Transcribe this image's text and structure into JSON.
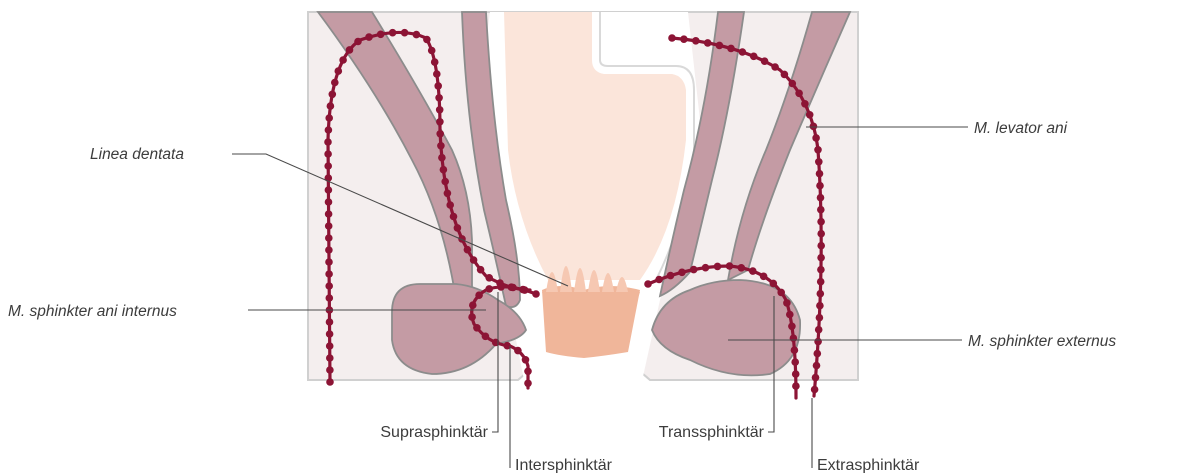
{
  "labels": {
    "linea_dentata": "Linea dentata",
    "levator_ani": "M. levator ani",
    "sphincter_internus": "M. sphinkter ani internus",
    "sphincter_externus": "M. sphinkter externus",
    "suprasphincteric": "Suprasphinktär",
    "intersphincteric": "Intersphinktär",
    "transsphincteric": "Transsphinktär",
    "extrasphincteric": "Extrasphinktär"
  },
  "colors": {
    "background_tissue": "#f4eeee",
    "outline": "#c6c6c6",
    "muscle": "#c49ba4",
    "muscle_outline": "#8c8c8c",
    "mucosa_white": "#ffffff",
    "lumen": "#fbe5da",
    "anal_canal": "#f0b69a",
    "fistula": "#8c1435"
  }
}
